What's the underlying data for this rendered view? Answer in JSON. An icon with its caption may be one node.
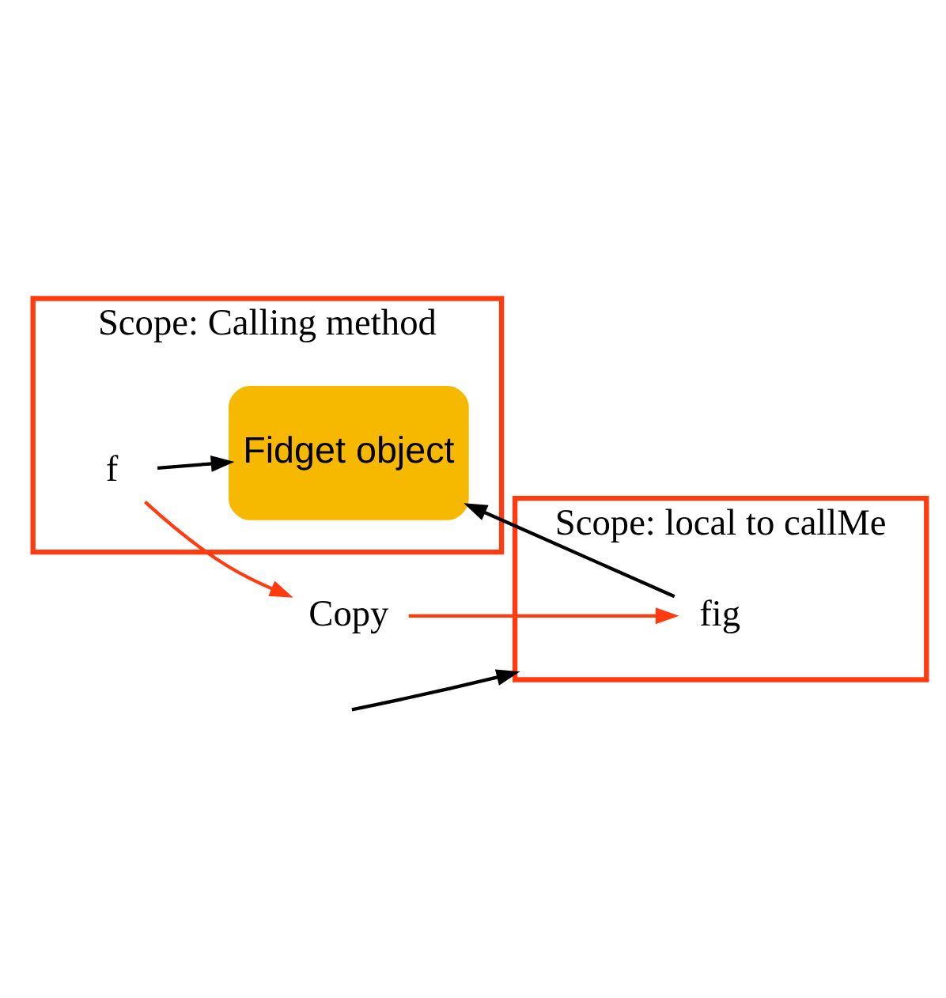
{
  "diagram": {
    "nodes": [
      {
        "text": [
          "Scope: Calling method"
        ]
      },
      {
        "text": [
          "f"
        ],
        "in": 0
      },
      {
        "text": [
          "Fidget object"
        ],
        "in": 0
      },
      {
        "text": [
          "Copy"
        ]
      },
      {
        "text": [
          "Scope: local to callMe"
        ]
      },
      {
        "text": [
          "fig"
        ],
        "in": 4
      }
    ],
    "edges": [
      {
        "from": 1,
        "to": 2,
        "arrow": "to"
      },
      {
        "from": 1,
        "to": 3,
        "arrow": "to",
        "color": "#ff3b0f"
      },
      {
        "from": 3,
        "to": 5,
        "arrow": "to",
        "color": "#ff3b0f"
      },
      {
        "from": 5,
        "to": 2,
        "arrow": "to"
      },
      {
        "from": null,
        "to": 4,
        "arrow": "to"
      }
    ]
  }
}
